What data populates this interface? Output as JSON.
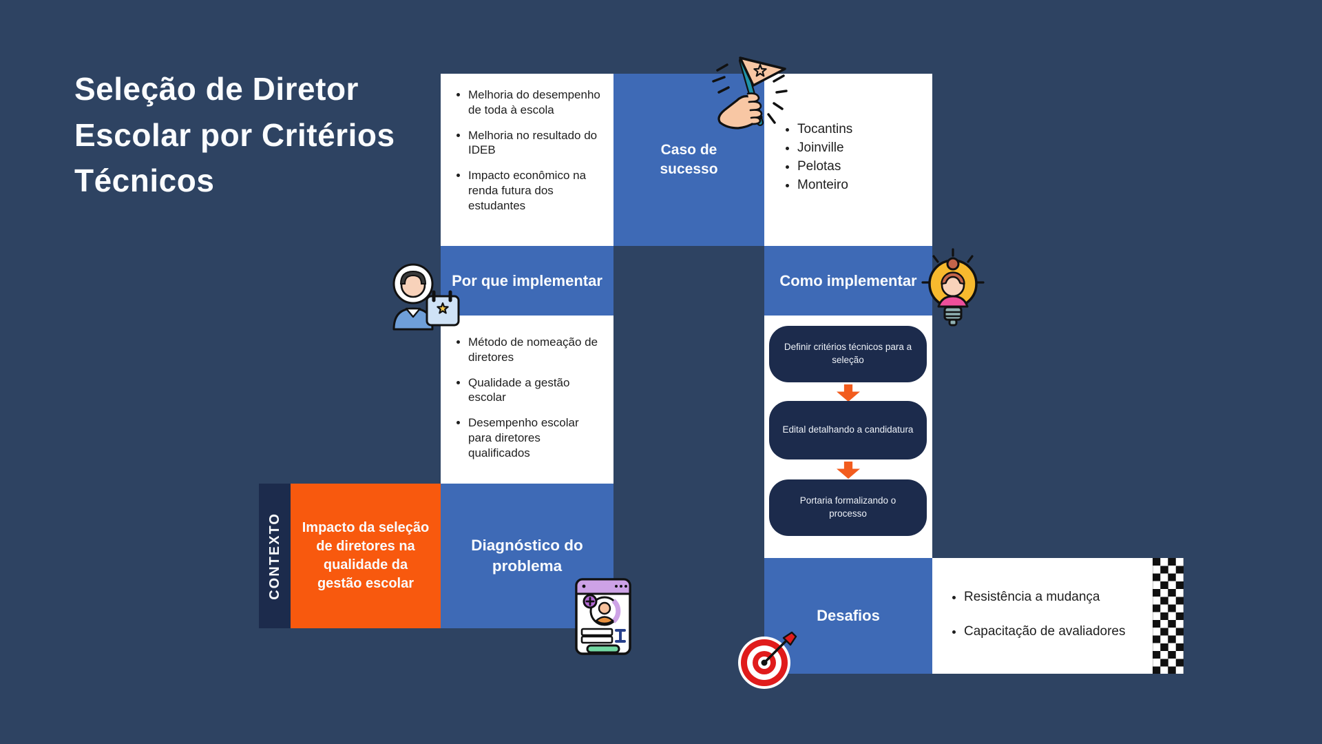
{
  "title": {
    "text": "Seleção de Diretor Escolar por Critérios Técnicos",
    "lines": [
      "Seleção de Diretor",
      "Escolar por Critérios",
      "Técnicos"
    ]
  },
  "benefits": {
    "items": [
      "Melhoria do desempenho de toda à escola",
      "Melhoria no resultado do IDEB",
      "Impacto econômico na renda futura dos estudantes"
    ]
  },
  "success_case": {
    "label": "Caso de sucesso",
    "cities": [
      "Tocantins",
      "Joinville",
      "Pelotas",
      "Monteiro"
    ]
  },
  "why_implement": {
    "label": "Por que implementar",
    "items": [
      "Método de nomeação de diretores",
      "Qualidade a gestão escolar",
      "Desempenho escolar para diretores qualificados"
    ]
  },
  "how_implement": {
    "label": "Como implementar",
    "steps": [
      "Definir critérios técnicos para a seleção",
      "Edital detalhando a candidatura",
      "Portaria formalizando o processo"
    ]
  },
  "context": {
    "label": "CONTEXTO",
    "statement": "Impacto da seleção de diretores na qualidade da gestão escolar"
  },
  "diagnosis": {
    "label": "Diagnóstico do problema"
  },
  "challenges": {
    "label": "Desafios",
    "items": [
      "Resistência a mudança",
      "Capacitação de avaliadores"
    ]
  },
  "icons": {
    "flag": "celebration-pennant-icon",
    "person_calendar": "person-with-calendar-icon",
    "idea_woman": "woman-in-lightbulb-icon",
    "profile_window": "profile-window-icon",
    "target": "target-with-dart-icon",
    "finish_pattern": "checkered-finish-pattern"
  },
  "colors": {
    "background": "#2e4362",
    "primary_blue": "#3e6ab6",
    "dark_navy": "#1c2b4c",
    "accent_orange": "#f8590e",
    "arrow_orange": "#f25c1e",
    "white": "#ffffff",
    "text_dark": "#1e1e1e",
    "title_white": "#fafcfe"
  }
}
